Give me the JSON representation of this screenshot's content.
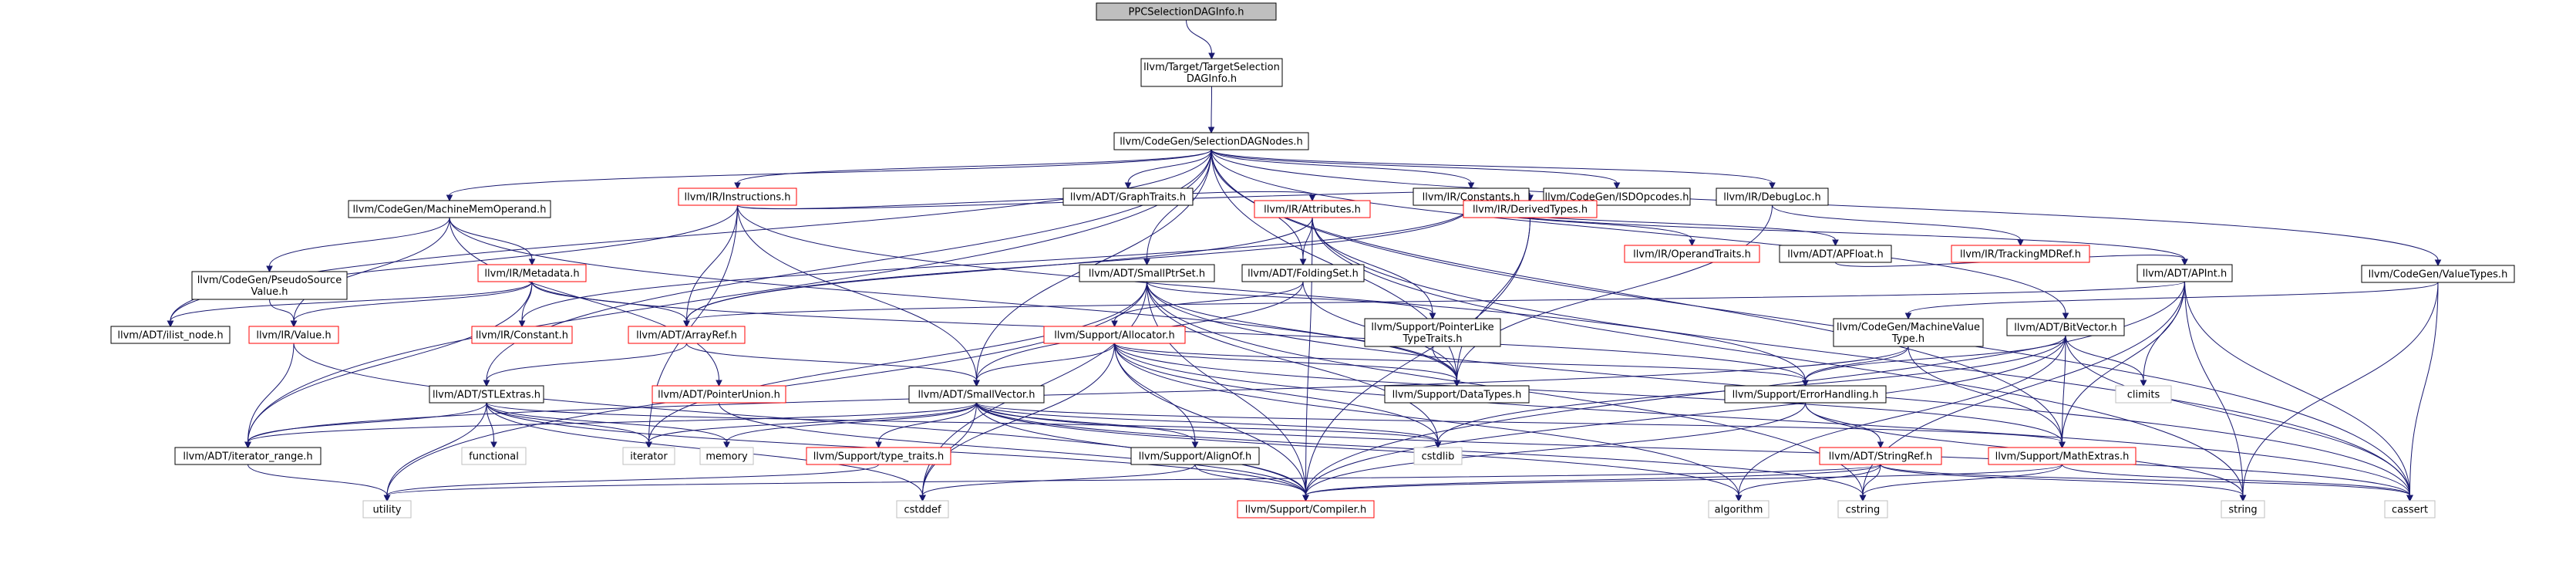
{
  "colors": {
    "edge": "#191970",
    "node_fill": "#ffffff",
    "node_border": "#000000",
    "node_border_incomplete": "#bfbfbf",
    "node_border_truncated": "#ff0000",
    "root_fill": "#bfbfbf"
  },
  "nodes": [
    {
      "id": "root",
      "label": "PPCSelectionDAGInfo.h",
      "style": "root"
    },
    {
      "id": "tsdi",
      "label": "llvm/Target/TargetSelection\nDAGInfo.h",
      "style": "normal"
    },
    {
      "id": "sdn",
      "label": "llvm/CodeGen/SelectionDAGNodes.h",
      "style": "normal"
    },
    {
      "id": "instr",
      "label": "llvm/IR/Instructions.h",
      "style": "truncated"
    },
    {
      "id": "graphtraits",
      "label": "llvm/ADT/GraphTraits.h",
      "style": "normal"
    },
    {
      "id": "constants",
      "label": "llvm/IR/Constants.h",
      "style": "normal"
    },
    {
      "id": "isdop",
      "label": "llvm/CodeGen/ISDOpcodes.h",
      "style": "normal"
    },
    {
      "id": "debugloc",
      "label": "llvm/IR/DebugLoc.h",
      "style": "normal"
    },
    {
      "id": "mmo",
      "label": "llvm/CodeGen/MachineMemOperand.h",
      "style": "normal"
    },
    {
      "id": "attributes",
      "label": "llvm/IR/Attributes.h",
      "style": "truncated"
    },
    {
      "id": "derived",
      "label": "llvm/IR/DerivedTypes.h",
      "style": "truncated"
    },
    {
      "id": "optraits",
      "label": "llvm/IR/OperandTraits.h",
      "style": "truncated"
    },
    {
      "id": "apfloat",
      "label": "llvm/ADT/APFloat.h",
      "style": "normal"
    },
    {
      "id": "trackingmd",
      "label": "llvm/IR/TrackingMDRef.h",
      "style": "truncated"
    },
    {
      "id": "valuetypes",
      "label": "llvm/CodeGen/ValueTypes.h",
      "style": "normal"
    },
    {
      "id": "pseudo",
      "label": "llvm/CodeGen/PseudoSource\nValue.h",
      "style": "normal"
    },
    {
      "id": "metadata",
      "label": "llvm/IR/Metadata.h",
      "style": "truncated"
    },
    {
      "id": "smallptrset",
      "label": "llvm/ADT/SmallPtrSet.h",
      "style": "normal"
    },
    {
      "id": "foldingset",
      "label": "llvm/ADT/FoldingSet.h",
      "style": "normal"
    },
    {
      "id": "apint",
      "label": "llvm/ADT/APInt.h",
      "style": "normal"
    },
    {
      "id": "ilistnode",
      "label": "llvm/ADT/ilist_node.h",
      "style": "normal"
    },
    {
      "id": "value",
      "label": "llvm/IR/Value.h",
      "style": "truncated"
    },
    {
      "id": "irconstant",
      "label": "llvm/IR/Constant.h",
      "style": "truncated"
    },
    {
      "id": "arrayref",
      "label": "llvm/ADT/ArrayRef.h",
      "style": "truncated"
    },
    {
      "id": "allocator",
      "label": "llvm/Support/Allocator.h",
      "style": "truncated"
    },
    {
      "id": "pointerlike",
      "label": "llvm/Support/PointerLike\nTypeTraits.h",
      "style": "normal"
    },
    {
      "id": "mvt",
      "label": "llvm/CodeGen/MachineValue\nType.h",
      "style": "normal"
    },
    {
      "id": "bitvector",
      "label": "llvm/ADT/BitVector.h",
      "style": "normal"
    },
    {
      "id": "stlextras",
      "label": "llvm/ADT/STLExtras.h",
      "style": "normal"
    },
    {
      "id": "ptrunion",
      "label": "llvm/ADT/PointerUnion.h",
      "style": "truncated"
    },
    {
      "id": "smallvector",
      "label": "llvm/ADT/SmallVector.h",
      "style": "normal"
    },
    {
      "id": "datatypes",
      "label": "llvm/Support/DataTypes.h",
      "style": "normal"
    },
    {
      "id": "errhandling",
      "label": "llvm/Support/ErrorHandling.h",
      "style": "normal"
    },
    {
      "id": "climits",
      "label": "climits",
      "style": "incomplete"
    },
    {
      "id": "iterrange",
      "label": "llvm/ADT/iterator_range.h",
      "style": "normal"
    },
    {
      "id": "functional",
      "label": "functional",
      "style": "incomplete"
    },
    {
      "id": "iterator",
      "label": "iterator",
      "style": "incomplete"
    },
    {
      "id": "memory",
      "label": "memory",
      "style": "incomplete"
    },
    {
      "id": "typetraits",
      "label": "llvm/Support/type_traits.h",
      "style": "truncated"
    },
    {
      "id": "alignof",
      "label": "llvm/Support/AlignOf.h",
      "style": "normal"
    },
    {
      "id": "cstdlib",
      "label": "cstdlib",
      "style": "incomplete"
    },
    {
      "id": "mathextras",
      "label": "llvm/Support/MathExtras.h",
      "style": "truncated"
    },
    {
      "id": "stringref",
      "label": "llvm/ADT/StringRef.h",
      "style": "truncated"
    },
    {
      "id": "utility",
      "label": "utility",
      "style": "incomplete"
    },
    {
      "id": "cstddef",
      "label": "cstddef",
      "style": "incomplete"
    },
    {
      "id": "compiler",
      "label": "llvm/Support/Compiler.h",
      "style": "truncated"
    },
    {
      "id": "algorithm",
      "label": "algorithm",
      "style": "incomplete"
    },
    {
      "id": "cstring",
      "label": "cstring",
      "style": "incomplete"
    },
    {
      "id": "string",
      "label": "string",
      "style": "incomplete"
    },
    {
      "id": "cassert",
      "label": "cassert",
      "style": "incomplete"
    }
  ],
  "edges": [
    [
      "root",
      "tsdi"
    ],
    [
      "tsdi",
      "sdn"
    ],
    [
      "sdn",
      "instr"
    ],
    [
      "sdn",
      "graphtraits"
    ],
    [
      "sdn",
      "constants"
    ],
    [
      "sdn",
      "isdop"
    ],
    [
      "sdn",
      "debugloc"
    ],
    [
      "sdn",
      "mmo"
    ],
    [
      "sdn",
      "valuetypes"
    ],
    [
      "sdn",
      "cassert"
    ],
    [
      "sdn",
      "foldingset"
    ],
    [
      "sdn",
      "smallptrset"
    ],
    [
      "sdn",
      "smallvector"
    ],
    [
      "sdn",
      "bitvector"
    ],
    [
      "sdn",
      "stlextras"
    ],
    [
      "sdn",
      "iterrange"
    ],
    [
      "sdn",
      "ilistnode"
    ],
    [
      "sdn",
      "datatypes"
    ],
    [
      "sdn",
      "mathextras"
    ],
    [
      "instr",
      "attributes"
    ],
    [
      "instr",
      "derived"
    ],
    [
      "instr",
      "arrayref"
    ],
    [
      "instr",
      "smallvector"
    ],
    [
      "instr",
      "iterator"
    ],
    [
      "instr",
      "ilistnode"
    ],
    [
      "instr",
      "errhandling"
    ],
    [
      "constants",
      "apfloat"
    ],
    [
      "constants",
      "apint"
    ],
    [
      "constants",
      "derived"
    ],
    [
      "constants",
      "optraits"
    ],
    [
      "constants",
      "irconstant"
    ],
    [
      "constants",
      "arrayref"
    ],
    [
      "debugloc",
      "trackingmd"
    ],
    [
      "debugloc",
      "datatypes"
    ],
    [
      "mmo",
      "pseudo"
    ],
    [
      "mmo",
      "metadata"
    ],
    [
      "mmo",
      "value"
    ],
    [
      "mmo",
      "ptrunion"
    ],
    [
      "mmo",
      "datatypes"
    ],
    [
      "attributes",
      "foldingset"
    ],
    [
      "attributes",
      "arrayref"
    ],
    [
      "attributes",
      "pointerlike"
    ],
    [
      "attributes",
      "cassert"
    ],
    [
      "attributes",
      "string"
    ],
    [
      "attributes",
      "compiler"
    ],
    [
      "derived",
      "datatypes"
    ],
    [
      "derived",
      "compiler"
    ],
    [
      "apfloat",
      "apint"
    ],
    [
      "valuetypes",
      "mvt"
    ],
    [
      "valuetypes",
      "cassert"
    ],
    [
      "valuetypes",
      "string"
    ],
    [
      "pseudo",
      "value"
    ],
    [
      "metadata",
      "value"
    ],
    [
      "metadata",
      "irconstant"
    ],
    [
      "metadata",
      "arrayref"
    ],
    [
      "metadata",
      "ilistnode"
    ],
    [
      "metadata",
      "iterrange"
    ],
    [
      "metadata",
      "errhandling"
    ],
    [
      "smallptrset",
      "compiler"
    ],
    [
      "smallptrset",
      "datatypes"
    ],
    [
      "smallptrset",
      "pointerlike"
    ],
    [
      "smallptrset",
      "cassert"
    ],
    [
      "smallptrset",
      "cstddef"
    ],
    [
      "smallptrset",
      "cstring"
    ],
    [
      "smallptrset",
      "cstdlib"
    ],
    [
      "smallptrset",
      "iterator"
    ],
    [
      "smallptrset",
      "utility"
    ],
    [
      "foldingset",
      "smallvector"
    ],
    [
      "foldingset",
      "allocator"
    ],
    [
      "foldingset",
      "datatypes"
    ],
    [
      "apint",
      "arrayref"
    ],
    [
      "apint",
      "compiler"
    ],
    [
      "apint",
      "mathextras"
    ],
    [
      "apint",
      "cassert"
    ],
    [
      "apint",
      "climits"
    ],
    [
      "apint",
      "cstring"
    ],
    [
      "apint",
      "string"
    ],
    [
      "value",
      "iterrange"
    ],
    [
      "value",
      "compiler"
    ],
    [
      "arrayref",
      "smallvector"
    ],
    [
      "arrayref",
      "stlextras"
    ],
    [
      "allocator",
      "smallvector"
    ],
    [
      "allocator",
      "alignof"
    ],
    [
      "allocator",
      "datatypes"
    ],
    [
      "allocator",
      "mathextras"
    ],
    [
      "allocator",
      "errhandling"
    ],
    [
      "allocator",
      "algorithm"
    ],
    [
      "allocator",
      "cassert"
    ],
    [
      "allocator",
      "cstddef"
    ],
    [
      "allocator",
      "cstdlib"
    ],
    [
      "allocator",
      "compiler"
    ],
    [
      "pointerlike",
      "datatypes"
    ],
    [
      "mvt",
      "errhandling"
    ],
    [
      "mvt",
      "mathextras"
    ],
    [
      "mvt",
      "iterrange"
    ],
    [
      "bitvector",
      "errhandling"
    ],
    [
      "bitvector",
      "mathextras"
    ],
    [
      "bitvector",
      "algorithm"
    ],
    [
      "bitvector",
      "cassert"
    ],
    [
      "bitvector",
      "climits"
    ],
    [
      "bitvector",
      "cstdlib"
    ],
    [
      "bitvector",
      "compiler"
    ],
    [
      "stlextras",
      "compiler"
    ],
    [
      "stlextras",
      "iterrange"
    ],
    [
      "stlextras",
      "functional"
    ],
    [
      "stlextras",
      "iterator"
    ],
    [
      "stlextras",
      "memory"
    ],
    [
      "stlextras",
      "utility"
    ],
    [
      "stlextras",
      "cstddef"
    ],
    [
      "stlextras",
      "cstdlib"
    ],
    [
      "ptrunion",
      "compiler"
    ],
    [
      "smallvector",
      "iterrange"
    ],
    [
      "smallvector",
      "alignof"
    ],
    [
      "smallvector",
      "compiler"
    ],
    [
      "smallvector",
      "mathextras"
    ],
    [
      "smallvector",
      "typetraits"
    ],
    [
      "smallvector",
      "algorithm"
    ],
    [
      "smallvector",
      "cassert"
    ],
    [
      "smallvector",
      "cstddef"
    ],
    [
      "smallvector",
      "cstdlib"
    ],
    [
      "smallvector",
      "cstring"
    ],
    [
      "smallvector",
      "iterator"
    ],
    [
      "smallvector",
      "memory"
    ],
    [
      "errhandling",
      "compiler"
    ],
    [
      "errhandling",
      "stringref"
    ],
    [
      "errhandling",
      "string"
    ],
    [
      "iterrange",
      "utility"
    ],
    [
      "typetraits",
      "utility"
    ],
    [
      "alignof",
      "compiler"
    ],
    [
      "alignof",
      "cstddef"
    ],
    [
      "mathextras",
      "compiler"
    ],
    [
      "mathextras",
      "cassert"
    ],
    [
      "mathextras",
      "cstring"
    ],
    [
      "stringref",
      "compiler"
    ],
    [
      "stringref",
      "algorithm"
    ],
    [
      "stringref",
      "cassert"
    ],
    [
      "stringref",
      "cstring"
    ],
    [
      "stringref",
      "string"
    ],
    [
      "stringref",
      "utility"
    ]
  ]
}
